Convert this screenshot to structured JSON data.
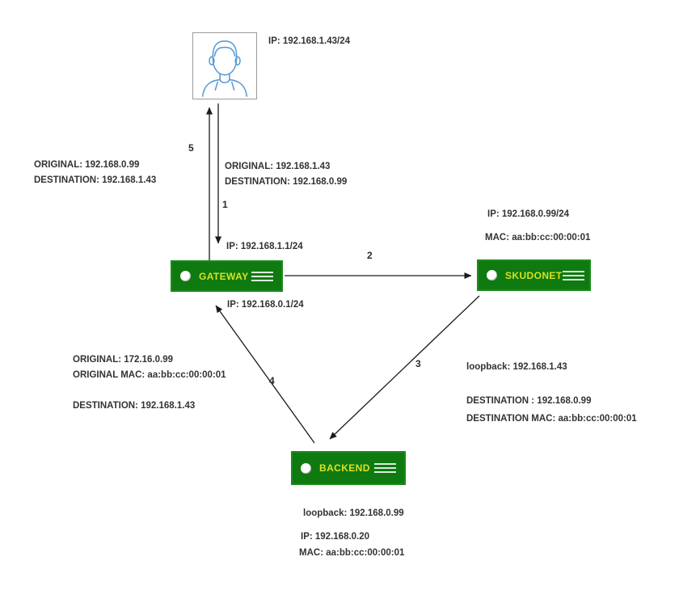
{
  "nodes": {
    "user": {
      "ip": "IP: 192.168.1.43/24"
    },
    "gateway": {
      "label": "GATEWAY",
      "ip_user_side": "IP: 192.168.1.1/24",
      "ip_lan_side": "IP: 192.168.0.1/24"
    },
    "skudonet": {
      "label": "SKUDONET",
      "ip": "IP: 192.168.0.99/24",
      "mac": "MAC: aa:bb:cc:00:00:01"
    },
    "backend": {
      "label": "BACKEND",
      "loopback": "loopback: 192.168.0.99",
      "ip": "IP: 192.168.0.20",
      "mac": "MAC: aa:bb:cc:00:00:01"
    }
  },
  "steps": {
    "step1": "1",
    "step2": "2",
    "step3": "3",
    "step4": "4",
    "step5": "5"
  },
  "flows": {
    "gateway_to_user": {
      "original": "ORIGINAL: 192.168.0.99",
      "destination": "DESTINATION: 192.168.1.43"
    },
    "user_to_gateway": {
      "original": "ORIGINAL: 192.168.1.43",
      "destination": "DESTINATION: 192.168.0.99"
    },
    "backend_to_gateway": {
      "original": "ORIGINAL: 172.16.0.99",
      "original_mac": "ORIGINAL MAC: aa:bb:cc:00:00:01",
      "destination": "DESTINATION: 192.168.1.43"
    },
    "skudonet_to_backend": {
      "loopback": "loopback: 192.168.1.43",
      "destination": "DESTINATION : 192.168.0.99",
      "destination_mac": "DESTINATION MAC: aa:bb:cc:00:00:01"
    }
  },
  "colors": {
    "node_fill": "#0f7a0f",
    "node_border": "#1c8a1c",
    "node_label": "#d9e126",
    "menu_lines": "#d9ecd9",
    "status_dot": "#ffffff",
    "text": "#333333",
    "arrow": "#1a1a1a",
    "person_stroke": "#5b9bd5",
    "person_box_border": "#9b9b9b",
    "background": "#ffffff"
  }
}
